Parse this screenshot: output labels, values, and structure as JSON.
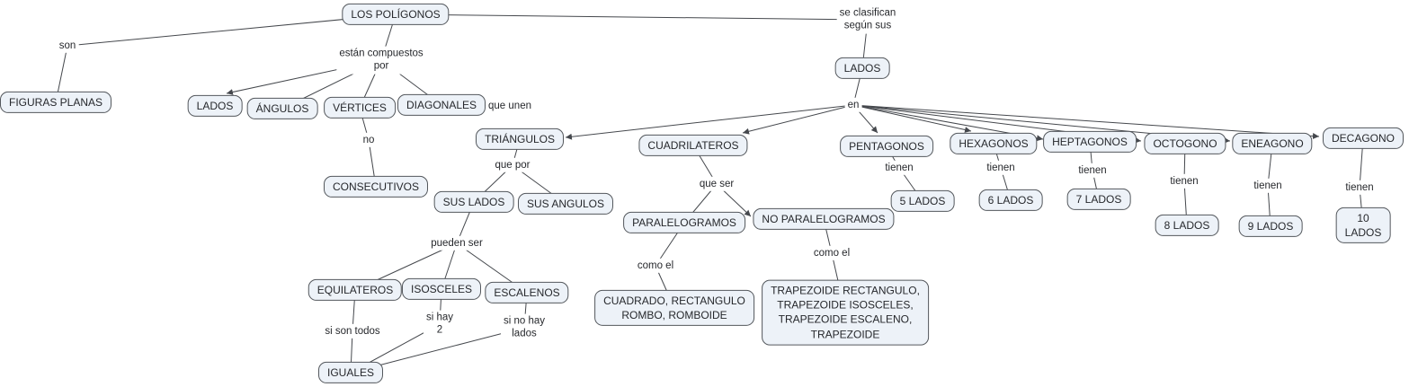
{
  "colors": {
    "canvas_bg": "#ffffff",
    "node_fill": "#edf2f8",
    "node_border": "#53575c",
    "node_text": "#26282c",
    "link_text": "#26282c",
    "line": "#45484d"
  },
  "nodes": {
    "poligonos": "LOS POLÍGONOS",
    "figuras_planas": "FIGURAS PLANAS",
    "lados_componente": "LADOS",
    "angulos": "ÁNGULOS",
    "vertices": "VÉRTICES",
    "diagonales": "DIAGONALES",
    "consecutivos": "CONSECUTIVOS",
    "lados_criterio": "LADOS",
    "triangulos": "TRIÁNGULOS",
    "sus_lados": "SUS LADOS",
    "sus_angulos": "SUS ANGULOS",
    "equilateros": "EQUILATEROS",
    "isosceles": "ISOSCELES",
    "escalenos": "ESCALENOS",
    "iguales": "IGUALES",
    "cuadrilateros": "CUADRILATEROS",
    "paralelogramos": "PARALELOGRAMOS",
    "no_paralelogramos": "NO PARALELOGRAMOS",
    "paralelogramos_ejemplos": "CUADRADO, RECTANGULO\nROMBO, ROMBOIDE",
    "no_paralelogramos_ejemplos": "TRAPEZOIDE RECTANGULO,\nTRAPEZOIDE ISOSCELES,\nTRAPEZOIDE ESCALENO,\nTRAPEZOIDE",
    "pentagonos": "PENTAGONOS",
    "lados_5": "5 LADOS",
    "hexagonos": "HEXAGONOS",
    "lados_6": "6 LADOS",
    "heptagonos": "HEPTAGONOS",
    "lados_7": "7 LADOS",
    "octogono": "OCTOGONO",
    "lados_8": "8 LADOS",
    "eneagono": "ENEAGONO",
    "lados_9": "9 LADOS",
    "decagono": "DECAGONO",
    "lados_10": "10 LADOS"
  },
  "links": {
    "son": "son",
    "estan_compuestos_por": "están compuestos\npor",
    "se_clasifican_segun_sus": "se clasifican\nsegún sus",
    "que_unen": "que unen",
    "no": "no",
    "en": "en",
    "que_por": "que por",
    "pueden_ser": "pueden ser",
    "si_son_todos": "si son todos",
    "si_hay_2": "si hay\n2",
    "si_no_hay_lados": "si no hay\nlados",
    "que_ser": "que ser",
    "como_el_paralelogramos": "como el",
    "como_el_no_paralelogramos": "como el",
    "tienen_pentagonos": "tienen",
    "tienen_hexagonos": "tienen",
    "tienen_heptagonos": "tienen",
    "tienen_octogono": "tienen",
    "tienen_eneagono": "tienen",
    "tienen_decagono": "tienen"
  }
}
